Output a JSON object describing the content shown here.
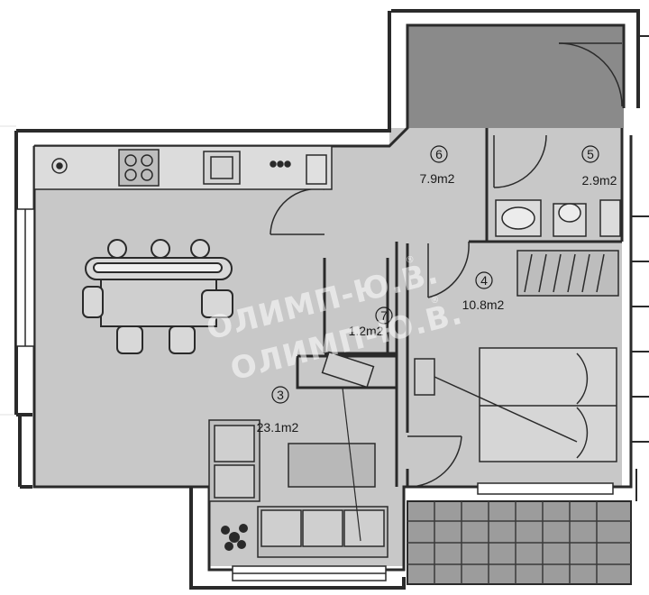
{
  "rooms": [
    {
      "id": "3",
      "number": "3",
      "area": "23.1m2"
    },
    {
      "id": "4",
      "number": "4",
      "area": "10.8m2"
    },
    {
      "id": "5",
      "number": "5",
      "area": "2.9m2"
    },
    {
      "id": "6",
      "number": "6",
      "area": "7.9m2"
    },
    {
      "id": "7",
      "number": "7",
      "area": "1.2m2"
    }
  ],
  "watermark": {
    "line1": "ОЛИМП-Ю.В.",
    "line2": "ОЛИМП-Ю.В.",
    "registered_mark": "®"
  },
  "colors": {
    "wall": "#2a2a2a",
    "floor": "#c8c8c8",
    "balcony_floor": "#9a9a9a",
    "void": "#888888",
    "furniture": "#a8a8a8",
    "background": "#ffffff"
  }
}
